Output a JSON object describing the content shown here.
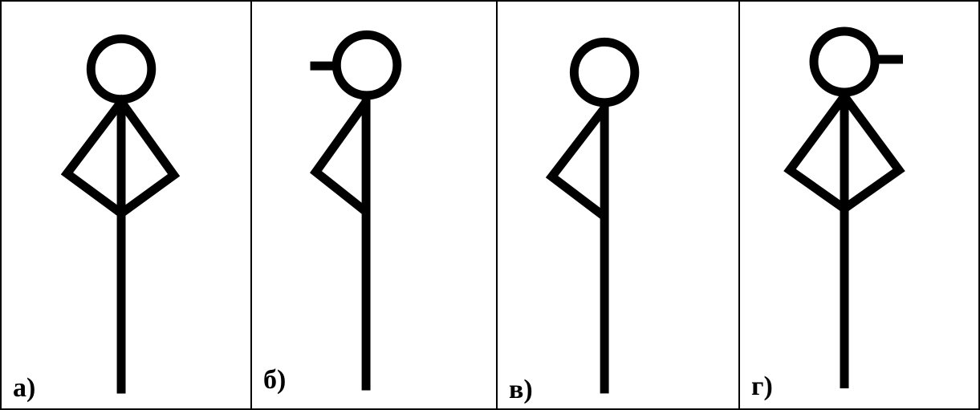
{
  "figures": [
    {
      "label": "а)",
      "variant": "diamond-both-sides"
    },
    {
      "label": "б)",
      "variant": "left-triangle-with-left-tab"
    },
    {
      "label": "в)",
      "variant": "left-triangle"
    },
    {
      "label": "г)",
      "variant": "diamond-with-right-tab"
    }
  ]
}
